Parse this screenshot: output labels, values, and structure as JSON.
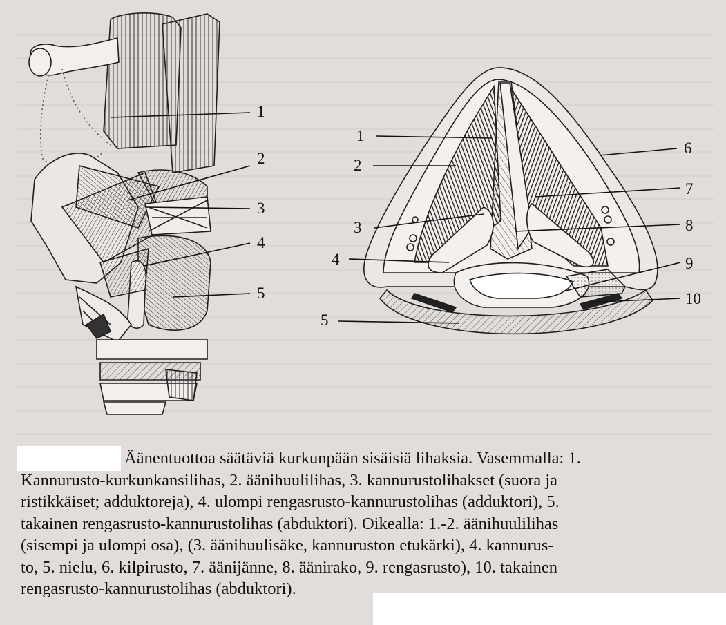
{
  "figure": {
    "left_labels": [
      "1",
      "2",
      "3",
      "4",
      "5"
    ],
    "right_labels": [
      "1",
      "2",
      "3",
      "4",
      "5",
      "6",
      "7",
      "8",
      "9",
      "10"
    ]
  },
  "caption": {
    "lines": [
      "Äänentuottoa säätäviä kurkunpään sisäisiä lihaksia. Vasemmalla: 1.",
      "Kannurusto-kurkunkansilihas, 2. äänihuulilihas, 3. kannurustolihakset (suora ja",
      "ristikkäiset; adduktoreja), 4. ulompi rengasrusto-kannurustolihas (adduktori), 5.",
      "takainen rengasrusto-kannurustolihas (abduktori). Oikealla: 1.-2. äänihuulilihas",
      "(sisempi ja ulompi osa), (3. äänihuulisäke, kannuruston etukärki), 4. kannurus-",
      "to, 5. nielu, 6. kilpirusto, 7. äänijänne, 8. äänirako, 9. rengasrusto), 10. takainen",
      "rengasrusto-kannurustolihas (abduktori)."
    ]
  },
  "colors": {
    "paper": "#e2dcda",
    "ink": "#111111",
    "mask": "#ffffff"
  }
}
